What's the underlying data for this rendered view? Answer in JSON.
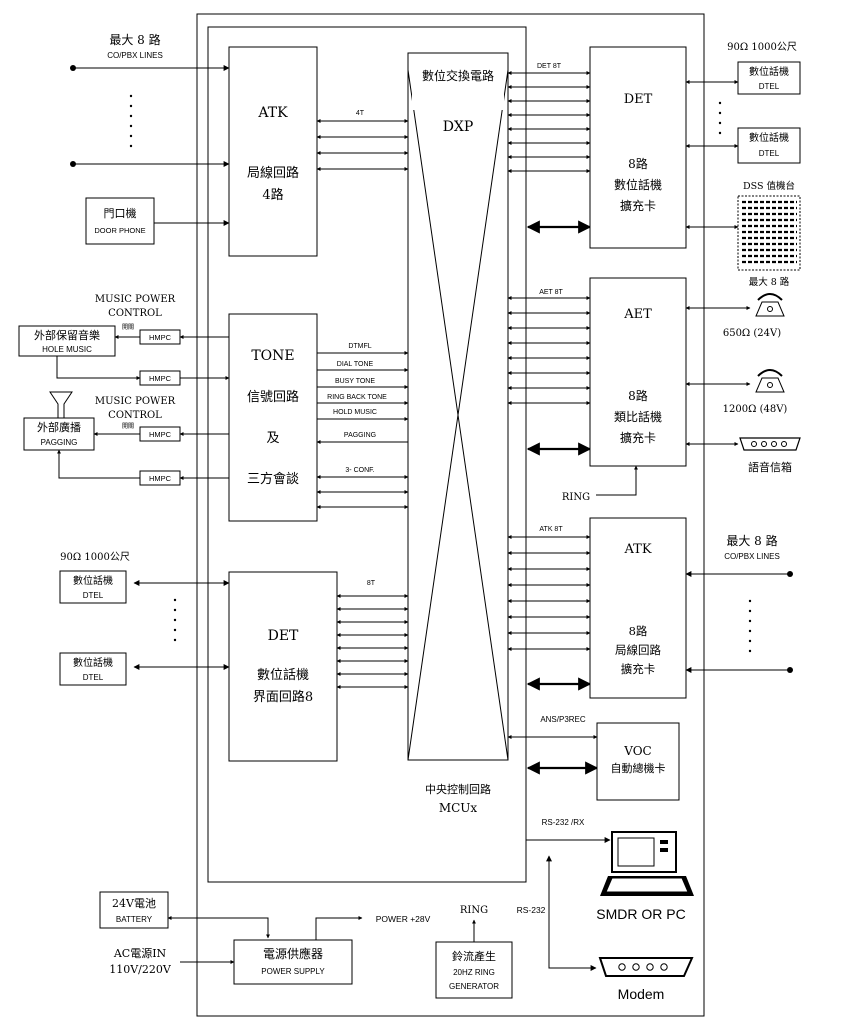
{
  "left": {
    "co_title": "最大 8 路",
    "co_sub": "CO/PBX LINES",
    "door_cn": "門口機",
    "door_en": "DOOR PHONE",
    "mp1_a": "MUSIC POWER",
    "mp1_b": "CONTROL",
    "mp2_a": "MUSIC POWER",
    "mp2_b": "CONTROL",
    "ctrl1": "開關",
    "ctrl2": "開關",
    "hold_cn": "外部保留音樂",
    "hold_en": "HOLE MUSIC",
    "pag_cn": "外部廣播",
    "pag_en": "PAGGING",
    "hmpc": [
      "HMPC",
      "HMPC",
      "HMPC",
      "HMPC"
    ],
    "dtel_spec": "90Ω  1000公尺",
    "dtel1_cn": "數位話機",
    "dtel1_en": "DTEL",
    "dtel2_cn": "數位話機",
    "dtel2_en": "DTEL"
  },
  "modules": {
    "atk_title": "ATK",
    "atk_l1": "局線回路",
    "atk_l2": "4路",
    "atk_bus": "4T",
    "tone_title": "TONE",
    "tone_l1": "信號回路",
    "tone_l2": "及",
    "tone_l3": "三方會談",
    "tone_sigs": [
      "DTMFL",
      "DIAL TONE",
      "BUSY TONE",
      "RING BACK TONE",
      "HOLD MUSIC",
      "PAGGING",
      "3- CONF."
    ],
    "det_title": "DET",
    "det_l1": "數位話機",
    "det_l2": "界面回路8",
    "det_bus": "8T",
    "dxp_cn": "數位交換電路",
    "dxp_en": "DXP",
    "mcu_cn": "中央控制回路",
    "mcu_en": "MCUx"
  },
  "right": {
    "det_bus": "DET 8T",
    "det_title": "DET",
    "det_l1": "8路",
    "det_l2": "數位話機",
    "det_l3": "擴充卡",
    "aet_bus": "AET 8T",
    "aet_title": "AET",
    "aet_l1": "8路",
    "aet_l2": "類比話機",
    "aet_l3": "擴充卡",
    "ring": "RING",
    "atk_bus": "ATK 8T",
    "atk_title": "ATK",
    "atk_l1": "8路",
    "atk_l2": "局線回路",
    "atk_l3": "擴充卡",
    "ans": "ANS/P3REC",
    "voc_title": "VOC",
    "voc_l1": "自動總機卡",
    "rs232rx": "RS-232 /RX",
    "dtel_spec": "90Ω  1000公尺",
    "dtel1_cn": "數位話機",
    "dtel1_en": "DTEL",
    "dtel2_cn": "數位話機",
    "dtel2_en": "DTEL",
    "dss": "DSS 值機台",
    "dss_max": "最大 8 路",
    "phone1": "650Ω  (24V)",
    "phone2": "1200Ω  (48V)",
    "vmail": "語音信箱",
    "co_title": "最大 8 路",
    "co_sub": "CO/PBX LINES",
    "smdr": "SMDR OR PC",
    "modem": "Modem"
  },
  "power": {
    "bat_l1": "24V電池",
    "bat_l2": "BATTERY",
    "ac_l1": "AC電源IN",
    "ac_l2": "110V/220V",
    "ps_cn": "電源供應器",
    "ps_en": "POWER SUPPLY",
    "out": "POWER +28V",
    "ring": "RING",
    "rs232": "RS-232",
    "gen_cn": "鈴流產生",
    "gen_l2": "20HZ RING",
    "gen_l3": "GENERATOR"
  }
}
